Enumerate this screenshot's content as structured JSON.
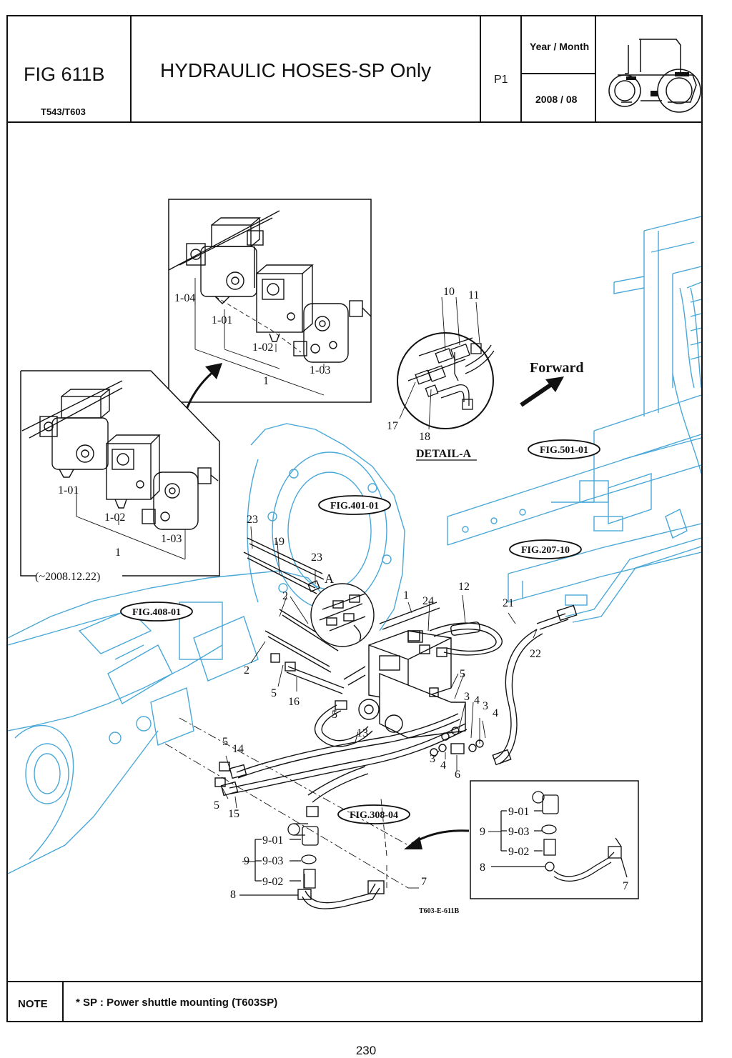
{
  "header": {
    "fig_code": "FIG 611B",
    "models": "T543/T603",
    "title": "HYDRAULIC HOSES-SP Only",
    "page_code": "P1",
    "year_month_label": "Year / Month",
    "year_month_value": "2008 / 08"
  },
  "inset_top": {
    "labels": [
      "1-04",
      "1-01",
      "1-02",
      "1-03",
      "1"
    ]
  },
  "inset_left": {
    "labels": [
      "1-01",
      "1-02",
      "1-03",
      "1"
    ],
    "date_note": "(~2008.12.22)"
  },
  "detail_a": {
    "labels": [
      "10",
      "11",
      "17",
      "18"
    ],
    "caption": "DETAIL-A"
  },
  "direction": "Forward",
  "figure_refs": [
    "FIG.501-01",
    "FIG.401-01",
    "FIG.207-10",
    "FIG.408-01",
    "FIG.308-04"
  ],
  "callouts": [
    "23",
    "19",
    "23",
    "A",
    "2",
    "2",
    "1",
    "24",
    "12",
    "21",
    "22",
    "5",
    "16",
    "5",
    "13",
    "5",
    "3",
    "4",
    "3",
    "4",
    "3",
    "4",
    "6",
    "5",
    "14",
    "5",
    "15"
  ],
  "lower_assembly": {
    "labels": [
      "9-01",
      "9-03",
      "9-02",
      "9",
      "8",
      "7"
    ]
  },
  "inset_right": {
    "labels": [
      "9-01",
      "9-03",
      "9-02",
      "9",
      "8",
      "7"
    ]
  },
  "drawing_code": "T603-E-611B",
  "colors": {
    "frame": "#111111",
    "tractor_outline": "#4aa8d8",
    "parts_ink": "#111111"
  },
  "note": {
    "label": "NOTE",
    "text": "* SP : Power shuttle mounting (T603SP)"
  },
  "page_number": "230"
}
